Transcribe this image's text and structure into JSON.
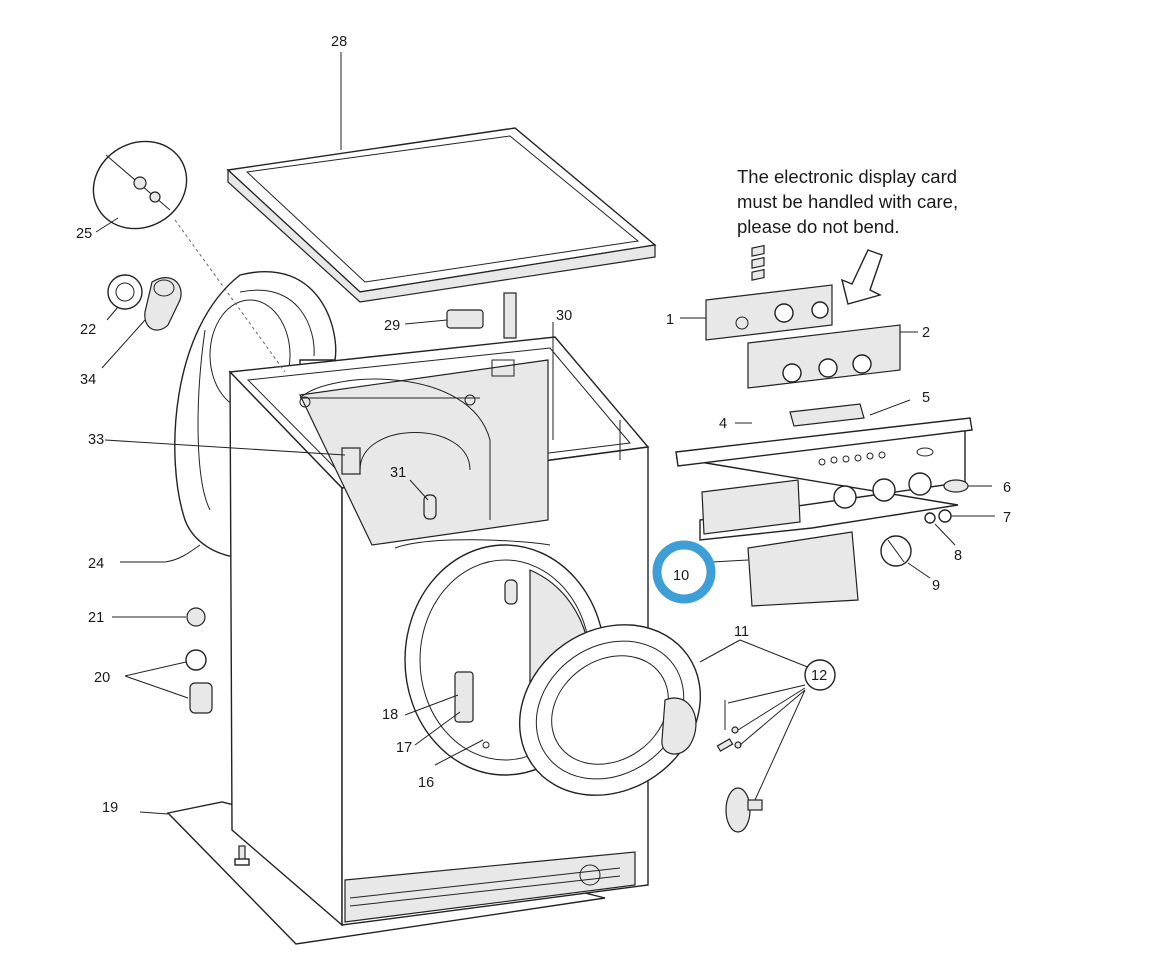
{
  "note": {
    "lines": [
      "The electronic display card",
      "must be handled with care,",
      "please do not bend."
    ]
  },
  "highlight": {
    "label": "10",
    "color": "#3d9fd6"
  },
  "labels": {
    "p1": "1",
    "p2": "2",
    "p4": "4",
    "p5": "5",
    "p6": "6",
    "p7": "7",
    "p8": "8",
    "p9": "9",
    "p11": "11",
    "p12": "12",
    "p16": "16",
    "p17": "17",
    "p18": "18",
    "p19": "19",
    "p20": "20",
    "p21": "21",
    "p22": "22",
    "p24": "24",
    "p25": "25",
    "p28": "28",
    "p29": "29",
    "p30": "30",
    "p31": "31",
    "p33": "33",
    "p34": "34"
  }
}
